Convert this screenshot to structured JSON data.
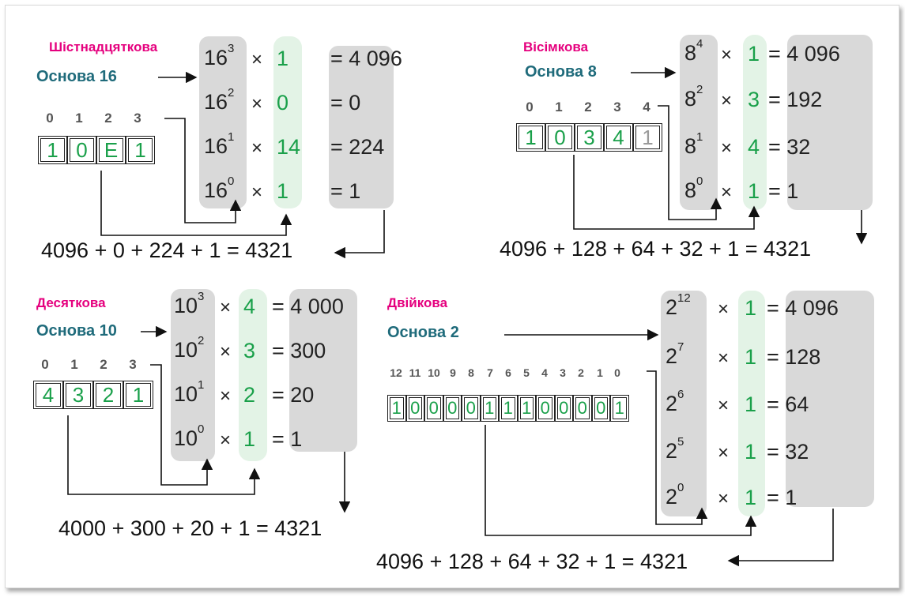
{
  "q1": {
    "title": "Шістнадцяткова",
    "base": "Основа 16",
    "indices": [
      "0",
      "1",
      "2",
      "3"
    ],
    "digits": [
      "1",
      "0",
      "E",
      "1"
    ],
    "rows": [
      {
        "b": "16",
        "e": "3",
        "d": "1",
        "r": "= 4 096"
      },
      {
        "b": "16",
        "e": "2",
        "d": "0",
        "r": "= 0"
      },
      {
        "b": "16",
        "e": "1",
        "d": "14",
        "r": "= 224"
      },
      {
        "b": "16",
        "e": "0",
        "d": "1",
        "r": "= 1"
      }
    ],
    "sum": "4096 + 0 + 224 + 1 = 4321"
  },
  "q2": {
    "title": "Вісімкова",
    "base": "Основа 8",
    "indices": [
      "0",
      "1",
      "2",
      "3",
      "4"
    ],
    "digits": [
      "1",
      "0",
      "3",
      "4",
      "1"
    ],
    "rows": [
      {
        "b": "8",
        "e": "4",
        "d": "1",
        "r": "= 4 096"
      },
      {
        "b": "8",
        "e": "2",
        "d": "3",
        "r": "= 192"
      },
      {
        "b": "8",
        "e": "1",
        "d": "4",
        "r": "= 32"
      },
      {
        "b": "8",
        "e": "0",
        "d": "1",
        "r": "= 1"
      }
    ],
    "sum": "4096 + 128 + 64 + 32 + 1 = 4321"
  },
  "q3": {
    "title": "Десяткова",
    "base": "Основа 10",
    "indices": [
      "0",
      "1",
      "2",
      "3"
    ],
    "digits": [
      "4",
      "3",
      "2",
      "1"
    ],
    "rows": [
      {
        "b": "10",
        "e": "3",
        "d": "4",
        "r": "= 4 000"
      },
      {
        "b": "10",
        "e": "2",
        "d": "3",
        "r": "= 300"
      },
      {
        "b": "10",
        "e": "1",
        "d": "2",
        "r": "= 20"
      },
      {
        "b": "10",
        "e": "0",
        "d": "1",
        "r": "= 1"
      }
    ],
    "sum": "4000 + 300 + 20 + 1 = 4321"
  },
  "q4": {
    "title": "Двійкова",
    "base": "Основа 2",
    "indices": [
      "12",
      "11",
      "10",
      "9",
      "8",
      "7",
      "6",
      "5",
      "4",
      "3",
      "2",
      "1",
      "0"
    ],
    "digits": [
      "1",
      "0",
      "0",
      "0",
      "0",
      "1",
      "1",
      "1",
      "0",
      "0",
      "0",
      "0",
      "1"
    ],
    "rows": [
      {
        "b": "2",
        "e": "12",
        "d": "1",
        "r": "= 4 096"
      },
      {
        "b": "2",
        "e": "7",
        "d": "1",
        "r": "= 128"
      },
      {
        "b": "2",
        "e": "6",
        "d": "1",
        "r": "= 64"
      },
      {
        "b": "2",
        "e": "5",
        "d": "1",
        "r": "= 32"
      },
      {
        "b": "2",
        "e": "0",
        "d": "1",
        "r": "= 1"
      }
    ],
    "sum": "4096 + 128 + 64 + 32 + 1 = 4321"
  },
  "colors": {
    "title": "#e5007e",
    "base": "#1f6b7b",
    "digit": "#1aa04a",
    "power_column": "#d9d9d9",
    "digit_column": "#e3f3e6",
    "dim_digit": "#9a9a9a"
  }
}
